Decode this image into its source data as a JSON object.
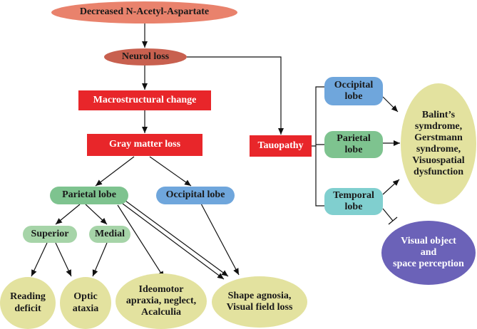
{
  "nodes": {
    "naa": "Decreased N-Acetyl-Aspartate",
    "neurol_loss": "Neurol loss",
    "macro_change": "Macrostructural change",
    "gray_matter": "Gray matter loss",
    "tauopathy": "Tauopathy",
    "parietal_left": "Parietal lobe",
    "occipital_left": "Occipital lobe",
    "superior": "Superior",
    "medial": "Medial",
    "reading": "Reading\ndeficit",
    "optic": "Optic\nataxia",
    "ideomotor": "Ideomotor\napraxia, neglect,\nAcalculia",
    "shape": "Shape agnosia,\nVisual field loss",
    "occipital_right": "Occipital\nlobe",
    "parietal_right": "Parietal\nlobe",
    "temporal_right": "Temporal\nlobe",
    "balint": "Balint’s\nsymdrome,\nGerstmann\nsyndrome,\nVisuospatial\ndysfunction",
    "visual_object": "Visual object\nand\nspace perception"
  },
  "colors": {
    "red": "#e8262a",
    "salmon": "#e9826c",
    "green": "#7ec38f",
    "blue": "#6fa6dc",
    "teal": "#80cfcf",
    "yellow": "#e3e29f",
    "purple": "#6b62b8"
  }
}
